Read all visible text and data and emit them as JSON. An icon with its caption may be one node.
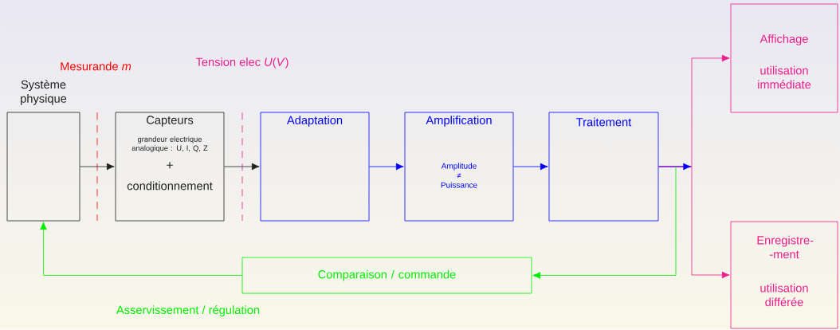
{
  "diagram": {
    "nodes": [
      {
        "text": [
          "Système physique"
        ]
      },
      {
        "text": [
          "Capteurs",
          "grandeur electrique analogique : U, I, Q, Z",
          "+",
          "conditionnement"
        ]
      },
      {
        "text": [
          "Adaptation"
        ]
      },
      {
        "text": [
          "Amplification",
          "Amplitude ≠ Puissance"
        ]
      },
      {
        "text": [
          "Traitement"
        ]
      },
      {
        "text": [
          "Affichage",
          "utilisation immédiate"
        ]
      },
      {
        "text": [
          "Enregistre- -ment",
          "utilisation différée"
        ]
      },
      {
        "text": [
          "Comparaison / commande"
        ]
      }
    ],
    "edges": [
      {
        "from": 0,
        "to": 1,
        "arrow": "to"
      },
      {
        "from": 1,
        "to": 2,
        "arrow": "to"
      },
      {
        "from": 2,
        "to": 3,
        "arrow": "to",
        "color": "#0000ff"
      },
      {
        "from": 3,
        "to": 4,
        "arrow": "to",
        "color": "#0000ff"
      },
      {
        "from": 4,
        "to": 5,
        "arrow": "to",
        "color": "#ee1c8c"
      },
      {
        "from": 4,
        "to": 6,
        "arrow": "to",
        "color": "#ee1c8c"
      },
      {
        "from": 4,
        "to": 7,
        "arrow": "to",
        "color": "#00ee00"
      },
      {
        "from": 7,
        "to": 0,
        "arrow": "to",
        "color": "#00ee00"
      }
    ],
    "labels": [
      "Mesurande *m*",
      "Tension elec *U*(*V*)",
      "Asservissement / régulation"
    ]
  }
}
